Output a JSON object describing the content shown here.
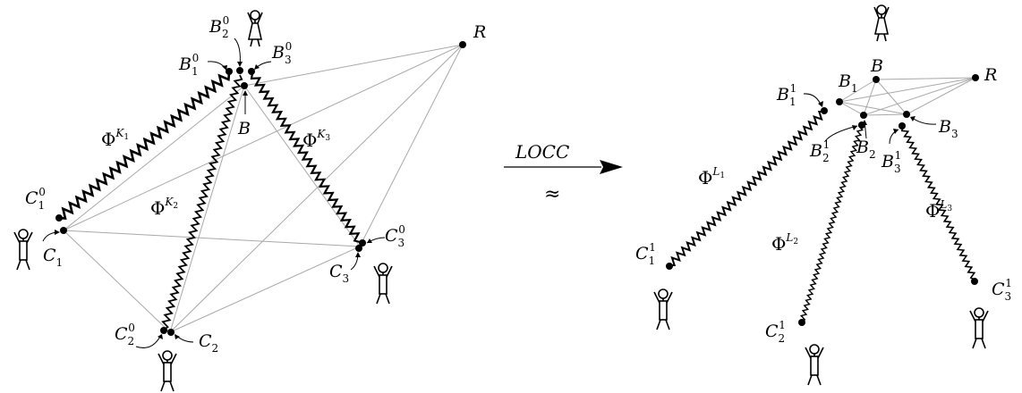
{
  "operation": {
    "label": "LOCC",
    "approx": "≈"
  },
  "left": {
    "nodes": [
      {
        "id": "R",
        "label": "R",
        "sup": "",
        "sub": ""
      },
      {
        "id": "B",
        "label": "B",
        "sup": "",
        "sub": ""
      },
      {
        "id": "B10",
        "label": "B",
        "sup": "0",
        "sub": "1"
      },
      {
        "id": "B20",
        "label": "B",
        "sup": "0",
        "sub": "2"
      },
      {
        "id": "B30",
        "label": "B",
        "sup": "0",
        "sub": "3"
      },
      {
        "id": "C10",
        "label": "C",
        "sup": "0",
        "sub": "1"
      },
      {
        "id": "C1",
        "label": "C",
        "sup": "",
        "sub": "1"
      },
      {
        "id": "C20",
        "label": "C",
        "sup": "0",
        "sub": "2"
      },
      {
        "id": "C2",
        "label": "C",
        "sup": "",
        "sub": "2"
      },
      {
        "id": "C30",
        "label": "C",
        "sup": "0",
        "sub": "3"
      },
      {
        "id": "C3",
        "label": "C",
        "sup": "",
        "sub": "3"
      }
    ],
    "links": [
      {
        "label": "Φ",
        "sup": "K",
        "subsub": "1"
      },
      {
        "label": "Φ",
        "sup": "K",
        "subsub": "2"
      },
      {
        "label": "Φ",
        "sup": "K",
        "subsub": "3"
      }
    ]
  },
  "right": {
    "nodes": [
      {
        "id": "R",
        "label": "R",
        "sup": "",
        "sub": ""
      },
      {
        "id": "B",
        "label": "B",
        "sup": "",
        "sub": ""
      },
      {
        "id": "B1",
        "label": "B",
        "sup": "",
        "sub": "1"
      },
      {
        "id": "B2",
        "label": "B",
        "sup": "",
        "sub": "2"
      },
      {
        "id": "B3",
        "label": "B",
        "sup": "",
        "sub": "3"
      },
      {
        "id": "B11",
        "label": "B",
        "sup": "1",
        "sub": "1"
      },
      {
        "id": "B21",
        "label": "B",
        "sup": "1",
        "sub": "2"
      },
      {
        "id": "B31",
        "label": "B",
        "sup": "1",
        "sub": "3"
      },
      {
        "id": "C11",
        "label": "C",
        "sup": "1",
        "sub": "1"
      },
      {
        "id": "C21",
        "label": "C",
        "sup": "1",
        "sub": "2"
      },
      {
        "id": "C31",
        "label": "C",
        "sup": "1",
        "sub": "3"
      }
    ],
    "links": [
      {
        "label": "Φ",
        "sup": "L",
        "subsub": "1"
      },
      {
        "label": "Φ",
        "sup": "L",
        "subsub": "2"
      },
      {
        "label": "Φ",
        "sup": "L",
        "subsub": "3"
      }
    ]
  }
}
